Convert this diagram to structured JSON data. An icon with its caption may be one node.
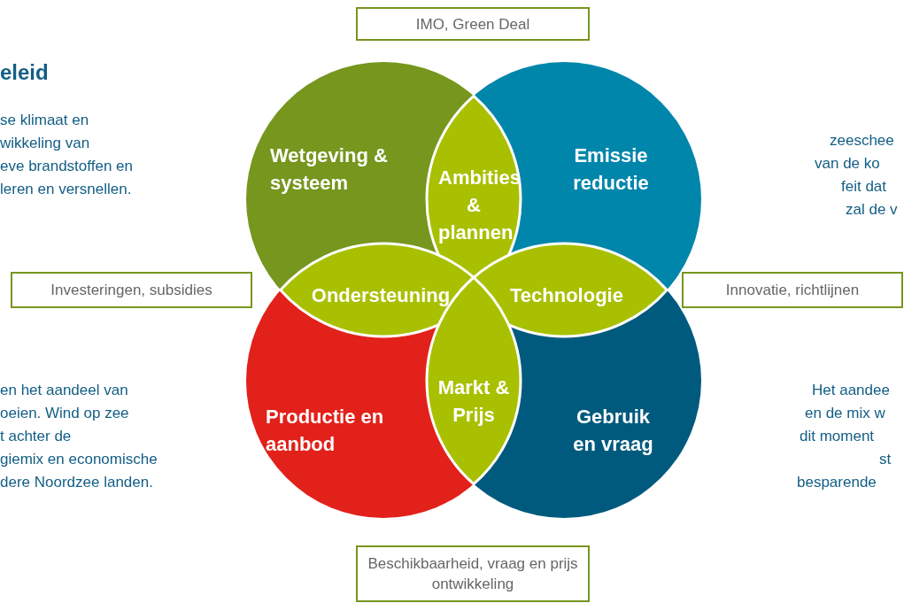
{
  "diagram": {
    "nodes": [
      {
        "text": [
          "Wetgeving & systeem"
        ]
      },
      {
        "text": [
          "Emissie reductie"
        ]
      },
      {
        "text": [
          "Productie en aanbod"
        ]
      },
      {
        "text": [
          "Gebruik en vraag"
        ]
      },
      {
        "text": [
          "Ambities & plannen"
        ]
      },
      {
        "text": [
          "Ondersteuning"
        ]
      },
      {
        "text": [
          "Technologie"
        ]
      },
      {
        "text": [
          "Markt & Prijs"
        ]
      },
      {
        "text": [
          "IMO, Green Deal"
        ]
      },
      {
        "text": [
          "Investeringen, subsidies"
        ]
      },
      {
        "text": [
          "Innovatie, richtlijnen"
        ]
      },
      {
        "text": [
          "Beschikbaarheid, vraag en prijs ontwikkeling"
        ]
      }
    ],
    "labels": [
      "eleid",
      "se klimaat en",
      "wikkeling van",
      "eve brandstoffen en",
      "leren en versnellen.",
      "zeeschee",
      "van de ko",
      "feit dat",
      "zal de v",
      "en het aandeel van",
      "oeien. Wind op zee",
      "t achter de",
      "giemix en economische",
      "dere Noordzee landen.",
      "Het aandee",
      "en de mix w",
      "dit moment",
      "st",
      "besparende"
    ]
  }
}
